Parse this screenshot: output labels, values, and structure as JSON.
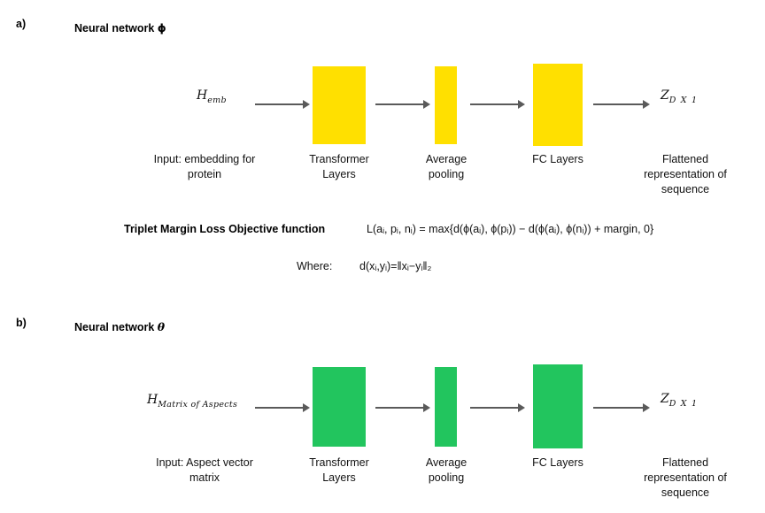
{
  "figure": {
    "background": "#ffffff",
    "accent_yellow": "#FFE000",
    "accent_green": "#22C55E",
    "arrow_color": "#5a5a5a"
  },
  "panel_a": {
    "letter": "a)",
    "title_text": "Neural network",
    "title_symbol": "ϕ",
    "input_var": "H",
    "input_var_sub": "emb",
    "output_var": "Z",
    "output_var_sub": "D X 1",
    "block_color": "#FFE000",
    "stages": [
      {
        "caption_line1": "Input: embedding for",
        "caption_line2": "protein"
      },
      {
        "caption_line1": "Transformer",
        "caption_line2": "Layers"
      },
      {
        "caption_line1": "Average",
        "caption_line2": "pooling"
      },
      {
        "caption_line1": "FC Layers",
        "caption_line2": ""
      },
      {
        "caption_line1": "Flattened",
        "caption_line2": "representation of",
        "caption_line3": "sequence"
      }
    ]
  },
  "panel_b": {
    "letter": "b)",
    "title_text": "Neural network",
    "title_symbol": "θ",
    "input_var": "H",
    "input_var_sub": "Matrix of Aspects",
    "output_var": "Z",
    "output_var_sub": "D X 1",
    "block_color": "#22C55E",
    "stages": [
      {
        "caption_line1": "Input: Aspect vector",
        "caption_line2": "matrix"
      },
      {
        "caption_line1": "Transformer",
        "caption_line2": "Layers"
      },
      {
        "caption_line1": "Average",
        "caption_line2": "pooling"
      },
      {
        "caption_line1": "FC Layers",
        "caption_line2": ""
      },
      {
        "caption_line1": "Flattened",
        "caption_line2": "representation of",
        "caption_line3": "sequence"
      }
    ]
  },
  "loss": {
    "label": "Triplet Margin Loss Objective function",
    "formula_plain": "L(aᵢ, pᵢ, nᵢ) = max{d(ϕ(aᵢ), ϕ(pᵢ)) − d(ϕ(aᵢ), ϕ(nᵢ)) + margin, 0}",
    "where_label": "Where:",
    "where_formula_plain": "d(xᵢ,yᵢ)=‖xᵢ−yᵢ‖₂"
  }
}
